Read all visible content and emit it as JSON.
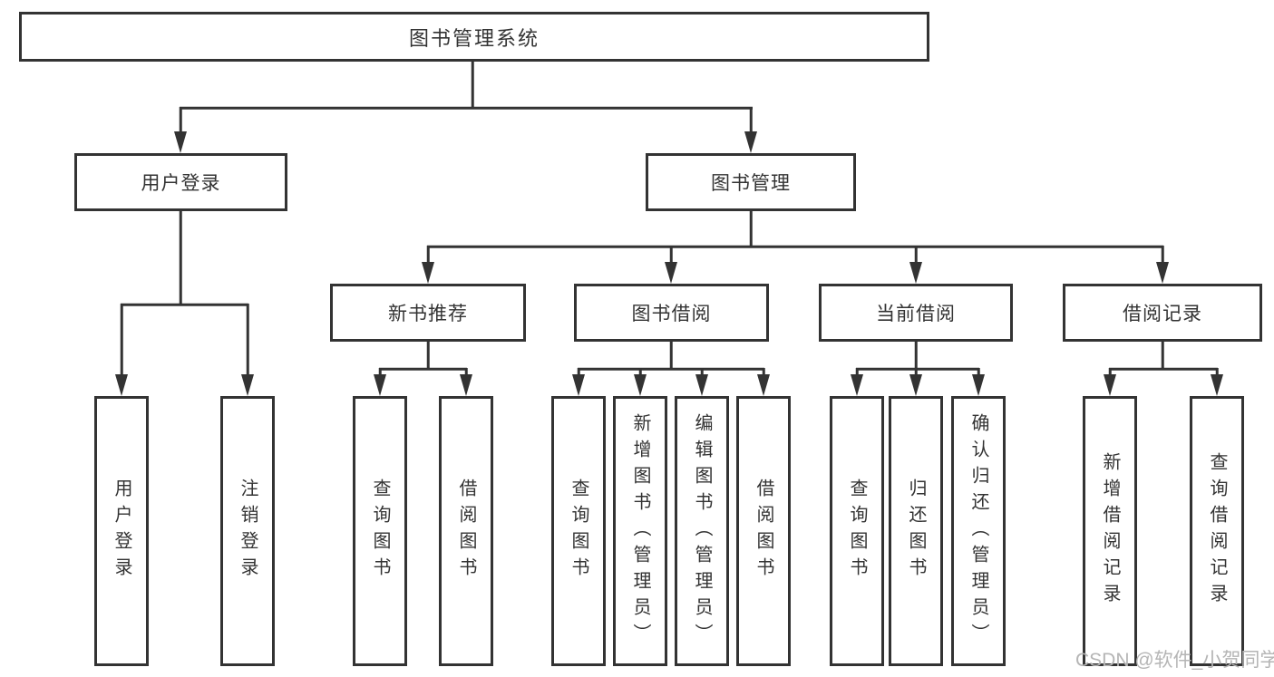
{
  "diagram_type": "hierarchy",
  "colors": {
    "line": "#333333",
    "text": "#333333",
    "watermark": "#b5b5b5",
    "background": "#ffffff"
  },
  "watermark": "CSDN @软件_小贺同学",
  "tree": {
    "root": {
      "label": "图书管理系统",
      "children": [
        {
          "label": "用户登录",
          "children": [
            {
              "label": "用户登录"
            },
            {
              "label": "注销登录"
            }
          ]
        },
        {
          "label": "图书管理",
          "children": [
            {
              "label": "新书推荐",
              "children": [
                {
                  "label": "查询图书"
                },
                {
                  "label": "借阅图书"
                }
              ]
            },
            {
              "label": "图书借阅",
              "children": [
                {
                  "label": "查询图书"
                },
                {
                  "label": "新增图书（管理员）"
                },
                {
                  "label": "编辑图书（管理员）"
                },
                {
                  "label": "借阅图书"
                }
              ]
            },
            {
              "label": "当前借阅",
              "children": [
                {
                  "label": "查询图书"
                },
                {
                  "label": "归还图书"
                },
                {
                  "label": "确认归还（管理员）"
                }
              ]
            },
            {
              "label": "借阅记录",
              "children": [
                {
                  "label": "新增借阅记录"
                },
                {
                  "label": "查询借阅记录"
                }
              ]
            }
          ]
        }
      ]
    }
  }
}
